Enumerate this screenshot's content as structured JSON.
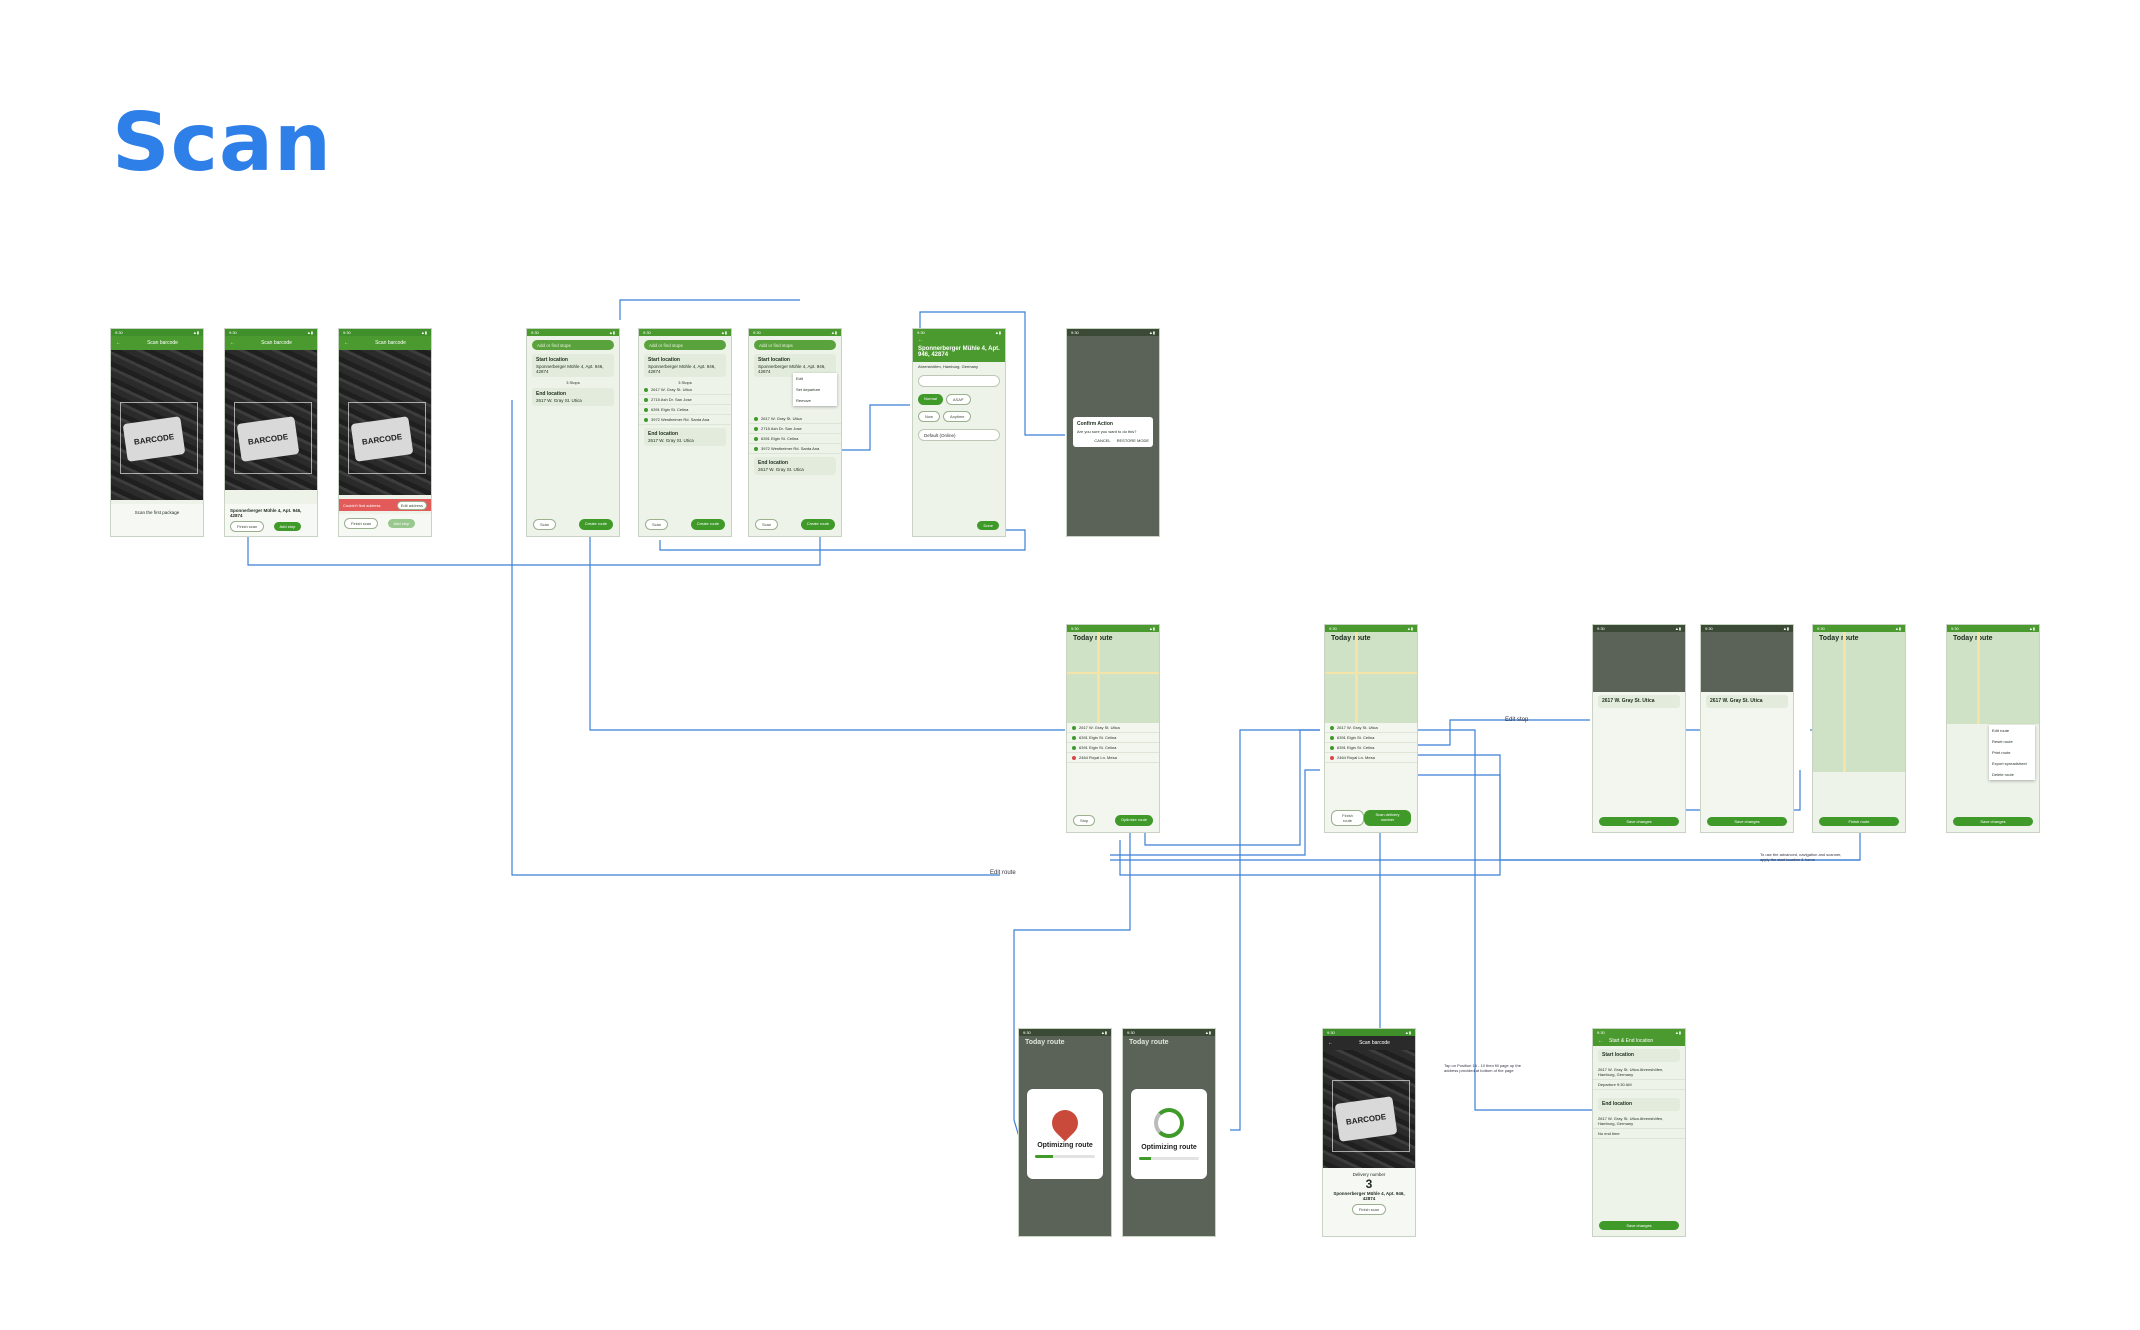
{
  "page_title": "Scan",
  "status_time": "9:30",
  "scan_screen": {
    "header": "Scan barcode",
    "barcode_text": "BARCODE",
    "scan_first": "Scan the first package",
    "address": "Sponnerberger Mühle 4, Apt. 946, 42874",
    "finish_scan": "Finish scan",
    "add_stop": "Add stop",
    "error": "Couldn't find address",
    "edit_address": "Edit address"
  },
  "planner": {
    "search_placeholder": "Add or find stops",
    "start_location": "Start location",
    "start_address": "Sponnerberger Mühle 4, Apt. 946, 42874",
    "end_location": "End location",
    "end_address": "2617 W. Gray St. Utica",
    "stops_label_1": "3 Stops",
    "stops_label_2": "3 Stops",
    "scan": "Scan",
    "create_route": "Create route",
    "stops": [
      "2617 W. Gray St. Utica",
      "2715 Ash Dr. San Jose",
      "6391 Elgin St. Celina",
      "3972 Westheimer Rd. Santa Ana"
    ],
    "menu": [
      "Edit",
      "Set departure",
      "Remove"
    ]
  },
  "stop_detail": {
    "title": "Sponnerberger Mühle 4, Apt. 946, 42874",
    "subtitle": "Ahrenshöfen, Hamburg, Germany",
    "tab_normal": "Normal",
    "tab_asap": "ASAP",
    "time_now": "Now",
    "time_anytime": "Anytime",
    "default_option": "Default (Online)",
    "done": "Done"
  },
  "confirm_dialog": {
    "title": "Confirm Action",
    "body": "Are you sure you want to do this?",
    "cancel": "CANCEL",
    "confirm": "RESTORE MODE"
  },
  "today": {
    "title": "Today route",
    "stops": [
      "2617 W. Gray St. Utica",
      "6391 Elgin St. Celina",
      "6391 Elgin St. Celina",
      "2464 Royal Ln. Mesa"
    ],
    "stop": "Stop",
    "optimize": "Optimize route",
    "finish": "Finish route",
    "scan_delivery": "Scan delivery number",
    "edit_route_label": "Edit route",
    "edit_stop_label": "Edit stop",
    "note": "To use the advanced, navigation and scanner, apply the start location & home",
    "menu": [
      "Edit route",
      "Reset route",
      "Print route",
      "Export spreadsheet",
      "Delete route"
    ],
    "save_changes": "Save changes"
  },
  "optimizing": {
    "label": "Optimizing route",
    "progress_a": 0.3,
    "progress_b": 0.2
  },
  "delivery": {
    "header": "Scan barcode",
    "label": "Delivery number",
    "number": "3",
    "address": "Sponnerberger Mühle 4, Apt. 946, 42874",
    "button": "Finish scan"
  },
  "start_end": {
    "header": "Start & End location",
    "start": "Start location",
    "start_addr": "2617 W. Gray St. Utica Ahrenshöfen, Hamburg, Germany",
    "depart": "Departure 9:30 AM",
    "end": "End location",
    "end_addr": "2617 W. Gray St. Utica Ahrenshöfen, Hamburg, Germany",
    "no_end": "No end time",
    "save": "Save changes"
  },
  "tap_note": "Tap on Position 16 - 10 then fill page up the address provided at bottom of the page",
  "colors": {
    "accent": "#2f7fe8",
    "brand": "#4b9a2f",
    "line": "#3b7fd6"
  }
}
